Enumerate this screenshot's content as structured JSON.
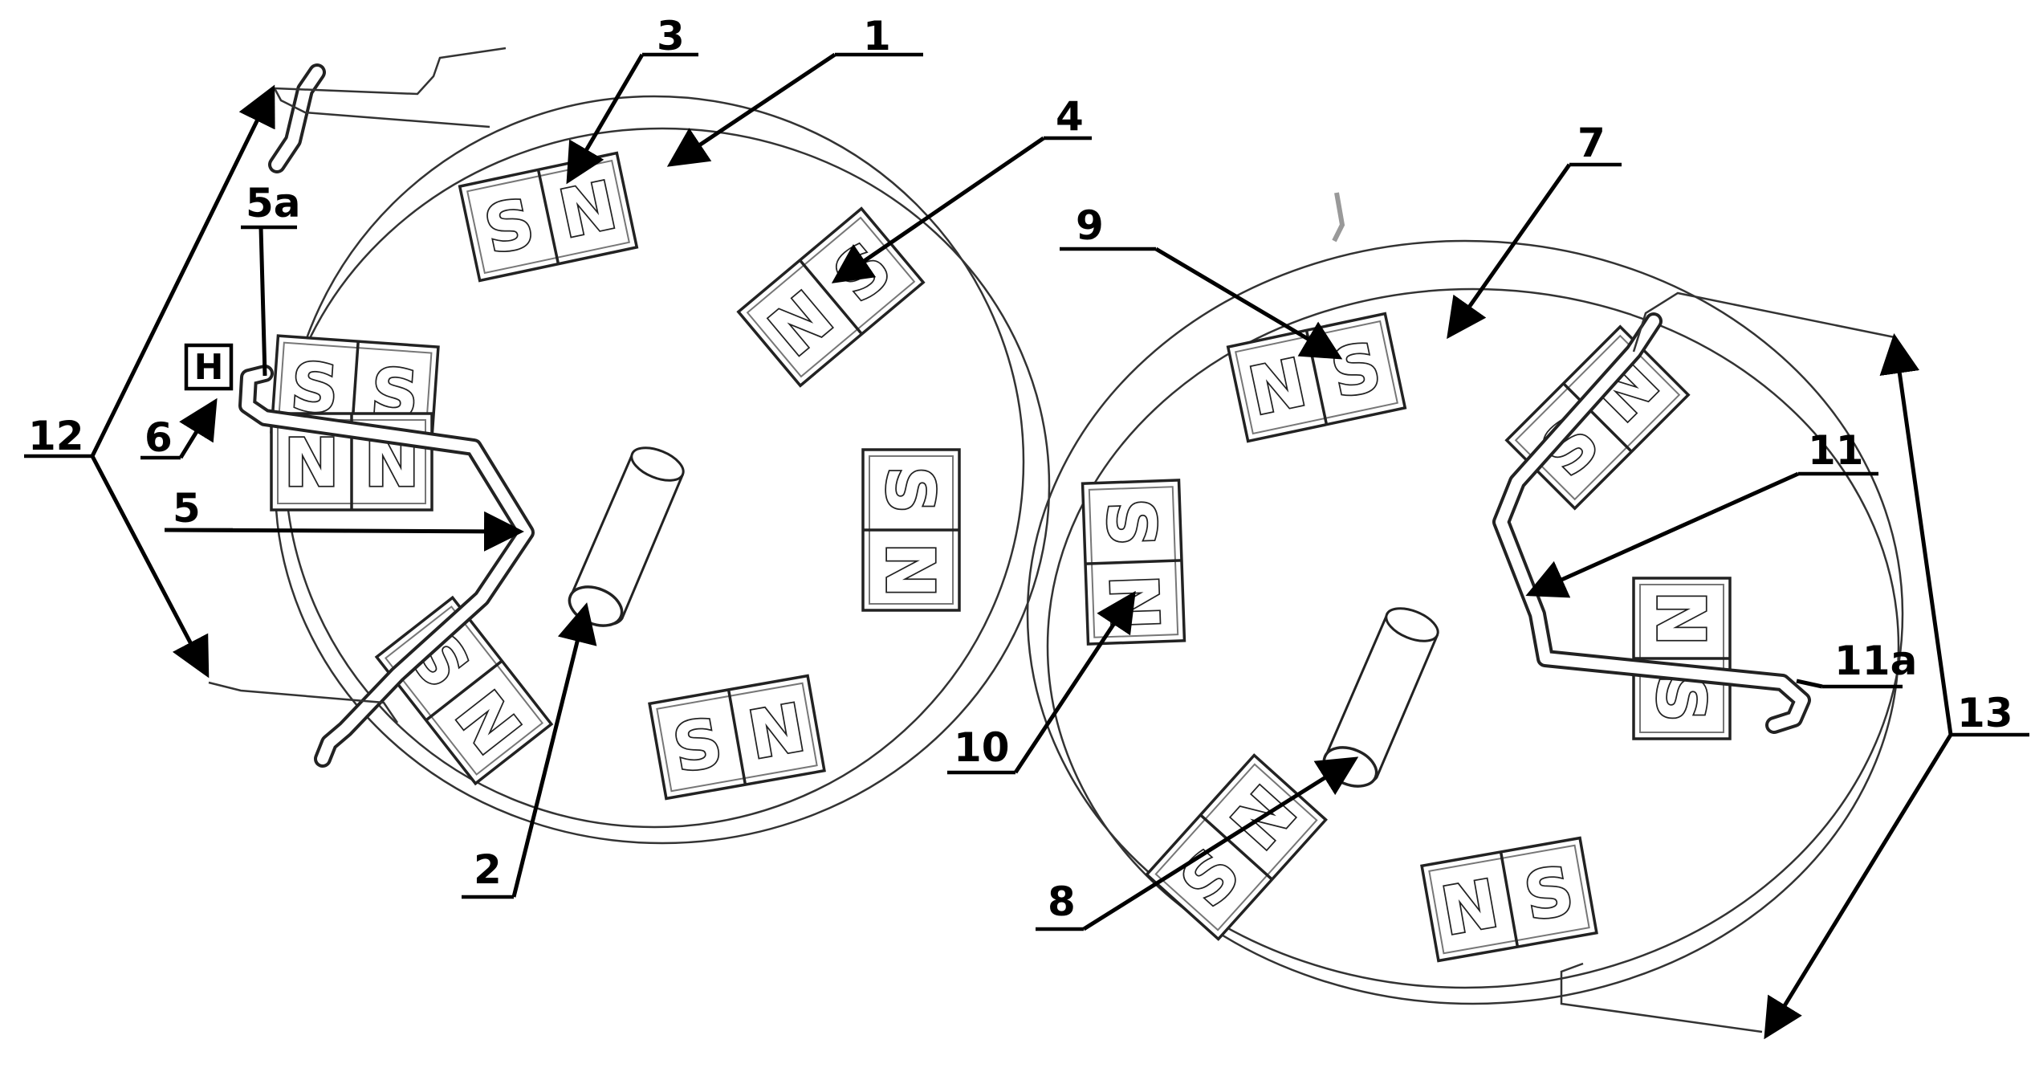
{
  "callouts": {
    "c1": "1",
    "c2": "2",
    "c3": "3",
    "c4": "4",
    "c5": "5",
    "c5a": "5a",
    "c6": "6",
    "c7": "7",
    "c8": "8",
    "c9": "9",
    "c10": "10",
    "c11": "11",
    "c11a": "11a",
    "c12": "12",
    "c13": "13"
  },
  "sensor_label": "H",
  "poles": {
    "north": "N",
    "south": "S"
  }
}
